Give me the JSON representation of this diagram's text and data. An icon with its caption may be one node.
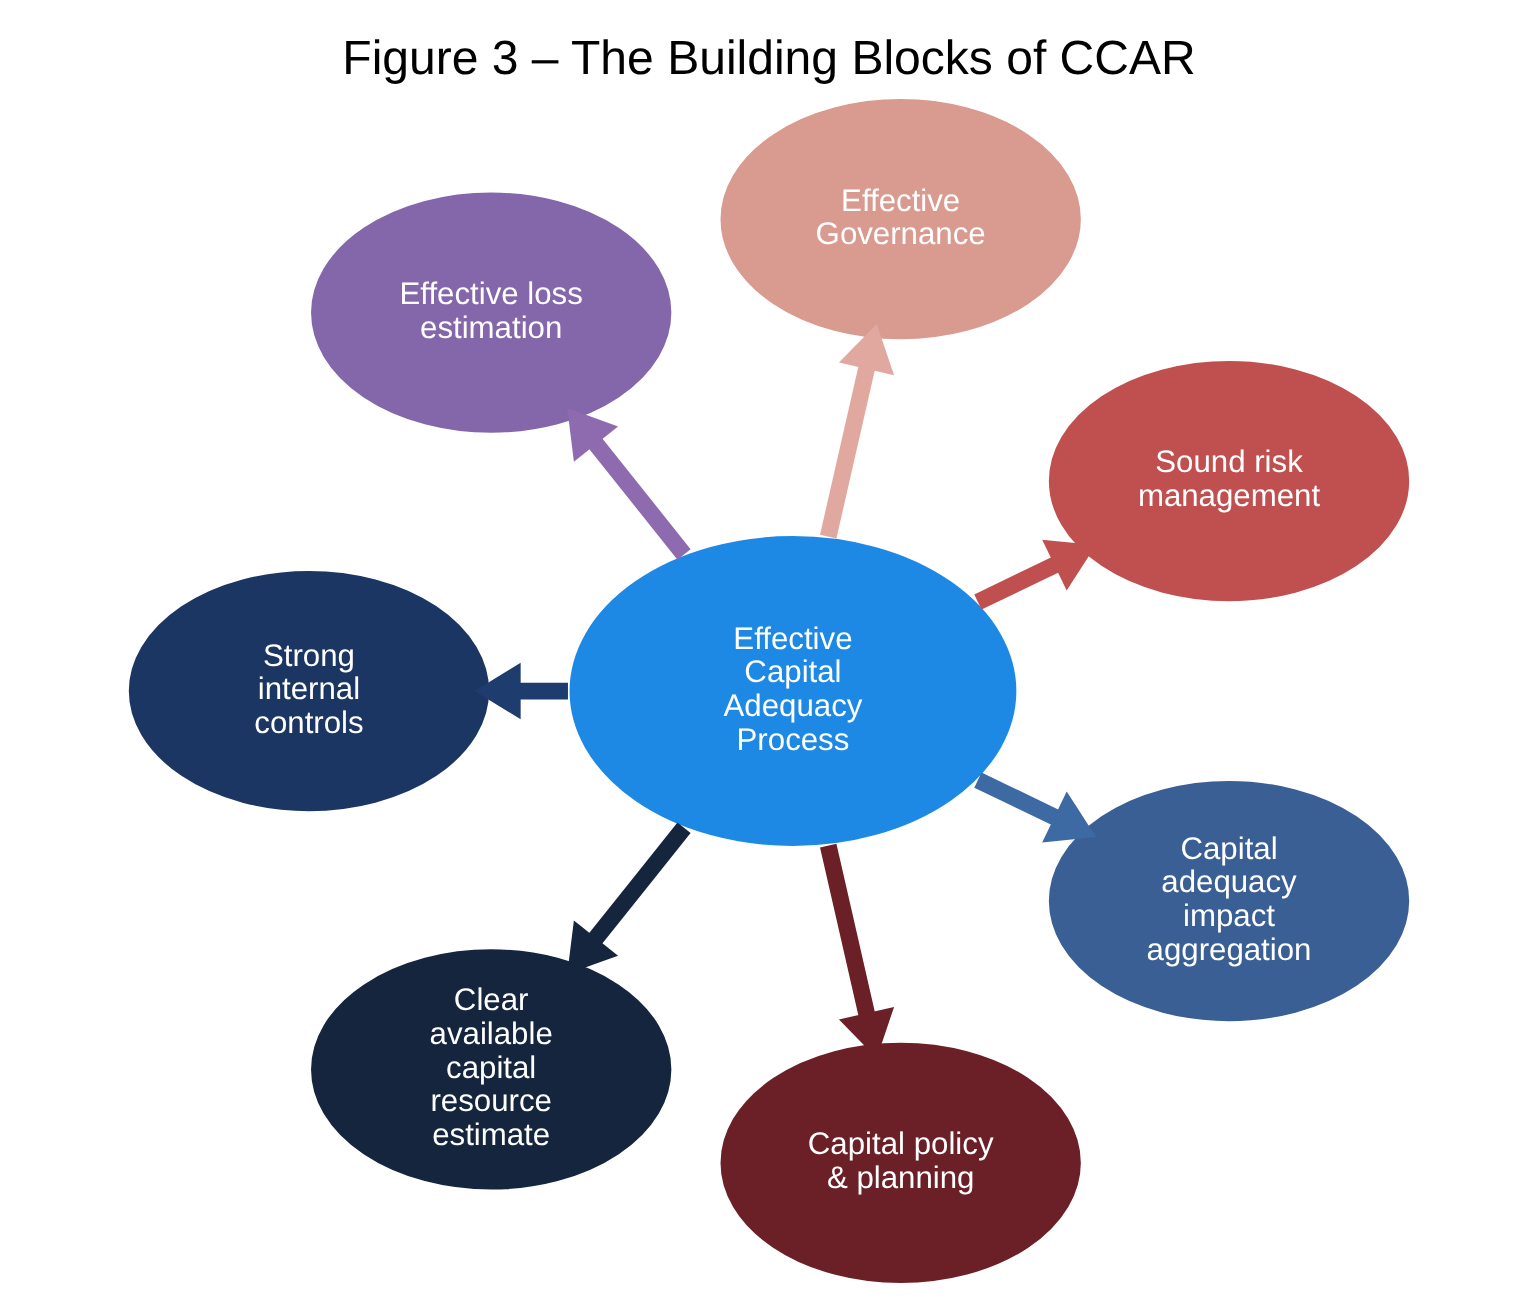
{
  "diagram": {
    "title": "Figure 3 – The Building Blocks of CCAR",
    "nodes": [
      {
        "text": [
          "Sound risk management"
        ]
      },
      {
        "text": [
          "Effective Governance"
        ]
      },
      {
        "text": [
          "Effective loss estimation"
        ]
      },
      {
        "text": [
          "Effective Capital Adequacy Process"
        ]
      },
      {
        "text": [
          "Strong internal controls"
        ]
      },
      {
        "text": [
          "Clear available capital resource estimate"
        ]
      },
      {
        "text": [
          "Capital policy & planning"
        ]
      },
      {
        "text": [
          "Capital adequacy impact aggregation"
        ]
      }
    ],
    "edges": [
      {
        "from": 3,
        "to": 0,
        "arrow": "to",
        "color": "#c0504f"
      },
      {
        "from": 3,
        "to": 1,
        "arrow": "to",
        "color": "#e0a89e"
      },
      {
        "from": 3,
        "to": 2,
        "arrow": "to",
        "color": "#8e6aaf"
      },
      {
        "from": 3,
        "to": 4,
        "arrow": "to",
        "color": "#1e3d6e"
      },
      {
        "from": 3,
        "to": 5,
        "arrow": "to",
        "color": "#14253d"
      },
      {
        "from": 3,
        "to": 6,
        "arrow": "to",
        "color": "#6b2027"
      },
      {
        "from": 3,
        "to": 7,
        "arrow": "to",
        "color": "#3d6aa3"
      }
    ]
  }
}
